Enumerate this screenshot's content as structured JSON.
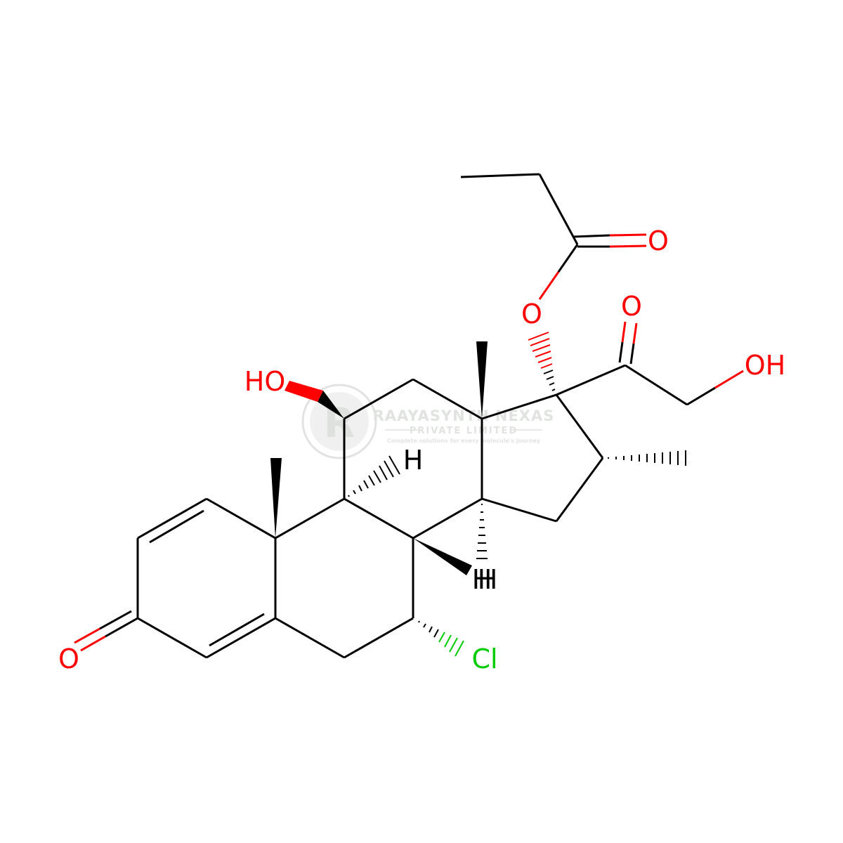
{
  "molecule": {
    "colors": {
      "bond": "#000000",
      "oxygen": "#ff0000",
      "chlorine": "#00cc00",
      "hydrogen": "#000000",
      "watermark": "#c9cdc9"
    },
    "atom_labels": {
      "o_ester_carbonyl": "O",
      "o_ester": "O",
      "o_ketone": "O",
      "oh_side": "OH",
      "oh_11": "HO",
      "h_9": "H",
      "h_8": "H",
      "h_14": "H",
      "o_3": "O",
      "cl_7": "Cl"
    }
  },
  "watermark": {
    "name": "RAAYASYNTH NEXAS",
    "subtitle": "PRIVATE LIMITED",
    "tagline": "Complete solutions for every molecule's journey"
  }
}
